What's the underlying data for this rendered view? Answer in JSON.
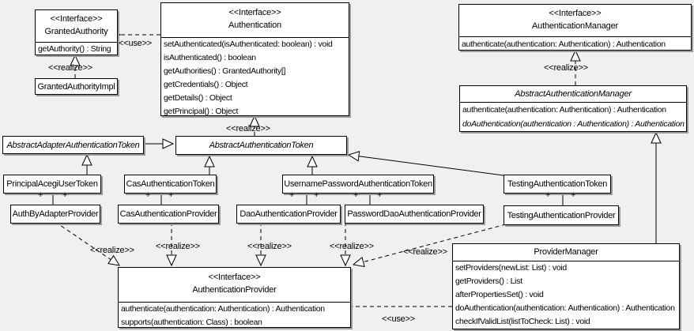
{
  "diagram": {
    "labels": {
      "use": "<<use>>",
      "realize": "<<realize>>",
      "plus": "+"
    },
    "colors": {
      "background": "#f0f0f0",
      "box_fill": "#ffffff",
      "line": "#000000",
      "shadow": "#9b9b9b"
    }
  },
  "classes": {
    "granted_authority": {
      "stereotype": "<<Interface>>",
      "name": "GrantedAuthority",
      "methods": [
        "getAuthority() : String"
      ]
    },
    "granted_authority_impl": {
      "name": "GrantedAuthorityImpl"
    },
    "authentication": {
      "stereotype": "<<Interface>>",
      "name": "Authentication",
      "methods": [
        "setAuthenticated(isAuthenticated: boolean) : void",
        "isAuthenticated() : boolean",
        "getAuthorities() : GrantedAuthority[]",
        "getCredentials() : Object",
        "getDetails() : Object",
        "getPrincipal() : Object"
      ]
    },
    "authentication_manager": {
      "stereotype": "<<Interface>>",
      "name": "AuthenticationManager",
      "methods": [
        "authenticate(authentication: Authentication) : Authentication"
      ]
    },
    "abstract_authentication_manager": {
      "name": "AbstractAuthenticationManager",
      "methods": [
        "authenticate(authentication: Authentication) : Authentication",
        "doAuthentication(authentication : Authentication) : Authentication"
      ]
    },
    "abstract_adapter_authentication_token": {
      "name": "AbstractAdapterAuthenticationToken"
    },
    "abstract_authentication_token": {
      "name": "AbstractAuthenticationToken"
    },
    "principal_acegi_user_token": {
      "name": "PrincipalAcegiUserToken"
    },
    "cas_authentication_token": {
      "name": "CasAuthenticationToken"
    },
    "username_password_authentication_token": {
      "name": "UsernamePasswordAuthenticationToken"
    },
    "testing_authentication_token": {
      "name": "TestingAuthenticationToken"
    },
    "auth_by_adapter_provider": {
      "name": "AuthByAdapterProvider"
    },
    "cas_authentication_provider": {
      "name": "CasAuthenticationProvider"
    },
    "dao_authentication_provider": {
      "name": "DaoAuthenticationProvider"
    },
    "password_dao_authentication_provider": {
      "name": "PasswordDaoAuthenticationProvider"
    },
    "testing_authentication_provider": {
      "name": "TestingAuthenticationProvider"
    },
    "authentication_provider": {
      "stereotype": "<<Interface>>",
      "name": "AuthenticationProvider",
      "methods": [
        "authenticate(authentication: Authentication) : Authentication",
        "supports(authentication: Class) : boolean"
      ]
    },
    "provider_manager": {
      "name": "ProviderManager",
      "methods": [
        "setProviders(newList: List) : void",
        "getProviders() : List",
        "afterPropertiesSet() : void",
        "doAuthentication(authentication: Authentication) : Authentication",
        "checkIfValidList(listToCheck: List) : void"
      ]
    }
  }
}
